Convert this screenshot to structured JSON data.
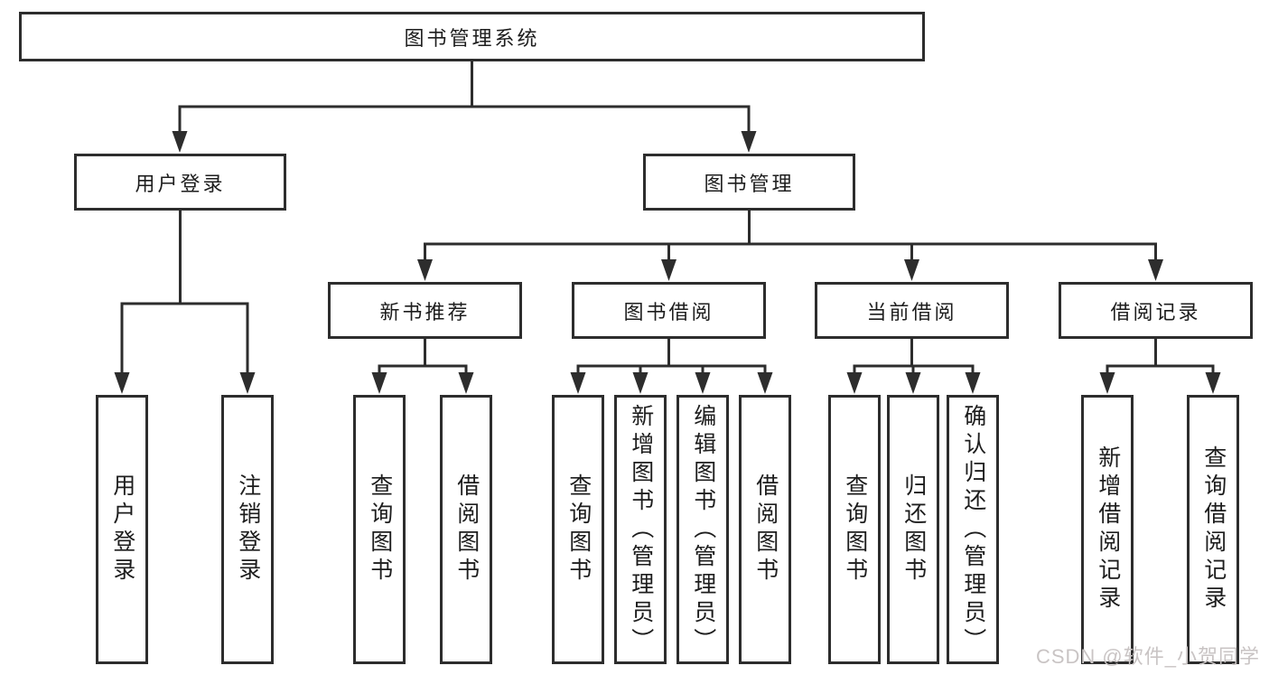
{
  "tree": {
    "root": {
      "label": "图书管理系统",
      "children": [
        {
          "label": "用户登录",
          "children": [
            {
              "label": "用户登录"
            },
            {
              "label": "注销登录"
            }
          ]
        },
        {
          "label": "图书管理",
          "children": [
            {
              "label": "新书推荐",
              "children": [
                {
                  "label": "查询图书"
                },
                {
                  "label": "借阅图书"
                }
              ]
            },
            {
              "label": "图书借阅",
              "children": [
                {
                  "label": "查询图书"
                },
                {
                  "label": "新增图书（管理员）"
                },
                {
                  "label": "编辑图书（管理员）"
                },
                {
                  "label": "借阅图书"
                }
              ]
            },
            {
              "label": "当前借阅",
              "children": [
                {
                  "label": "查询图书"
                },
                {
                  "label": "归还图书"
                },
                {
                  "label": "确认归还（管理员）"
                }
              ]
            },
            {
              "label": "借阅记录",
              "children": [
                {
                  "label": "新增借阅记录"
                },
                {
                  "label": "查询借阅记录"
                }
              ]
            }
          ]
        }
      ]
    }
  },
  "watermark": {
    "text": "CSDN @软件_小贺同学"
  },
  "colors": {
    "line": "#2d2d2d",
    "text": "#1d1d1d",
    "background": "#ffffff",
    "watermark": "#c9c4c4"
  }
}
